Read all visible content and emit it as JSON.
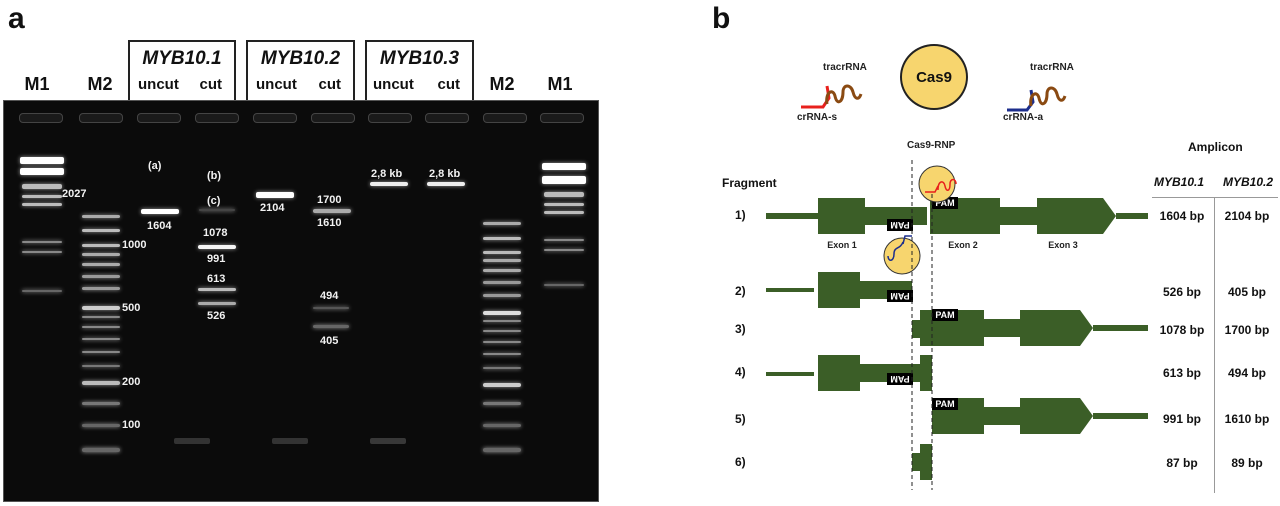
{
  "panel_a": {
    "letter": "a",
    "lane_headers": {
      "m1_left": "M1",
      "m2_left": "M2",
      "m2_right": "M2",
      "m1_right": "M1"
    },
    "samples": [
      {
        "name": "MYB10.1",
        "uncut": "uncut",
        "cut": "cut"
      },
      {
        "name": "MYB10.2",
        "uncut": "uncut",
        "cut": "cut"
      },
      {
        "name": "MYB10.3",
        "uncut": "uncut",
        "cut": "cut"
      }
    ],
    "gel_labels": {
      "m1_2027": "2027",
      "m2_1000": "1000",
      "m2_500": "500",
      "m2_200": "200",
      "m2_100": "100",
      "a": "(a)",
      "b": "(b)",
      "c": "(c)",
      "myb101_uncut": "1604",
      "myb101_cut_1078": "1078",
      "myb101_cut_991": "991",
      "myb101_cut_613": "613",
      "myb101_cut_526": "526",
      "myb102_uncut": "2104",
      "myb102_cut_1700": "1700",
      "myb102_cut_1610": "1610",
      "myb102_cut_494": "494",
      "myb102_cut_405": "405",
      "myb103_uncut": "2,8 kb",
      "myb103_cut": "2,8 kb"
    }
  },
  "panel_b": {
    "letter": "b",
    "cas9": "Cas9",
    "tracr_left": "tracrRNA",
    "crrna_s": "crRNA-s",
    "tracr_right": "tracrRNA",
    "crrna_a": "crRNA-a",
    "rnp": "Cas9-RNP",
    "fragment_header": "Fragment",
    "amplicon_header": "Amplicon",
    "col1": "MYB10.1",
    "col2": "MYB10.2",
    "pam": "PAM",
    "exons": [
      "Exon 1",
      "Exon 2",
      "Exon 3"
    ],
    "colors": {
      "exon": "#3b5e27",
      "cas9": "#f7d56e",
      "crrna_s": "#e8201c",
      "crrna_a": "#1c2e8c",
      "tracr": "#8a4a12"
    },
    "fragments": [
      {
        "num": "1)",
        "myb101": "1604 bp",
        "myb102": "2104 bp"
      },
      {
        "num": "2)",
        "myb101": "526 bp",
        "myb102": "405 bp"
      },
      {
        "num": "3)",
        "myb101": "1078 bp",
        "myb102": "1700 bp"
      },
      {
        "num": "4)",
        "myb101": "613 bp",
        "myb102": "494 bp"
      },
      {
        "num": "5)",
        "myb101": "991 bp",
        "myb102": "1610 bp"
      },
      {
        "num": "6)",
        "myb101": "87 bp",
        "myb102": "89 bp"
      }
    ]
  }
}
